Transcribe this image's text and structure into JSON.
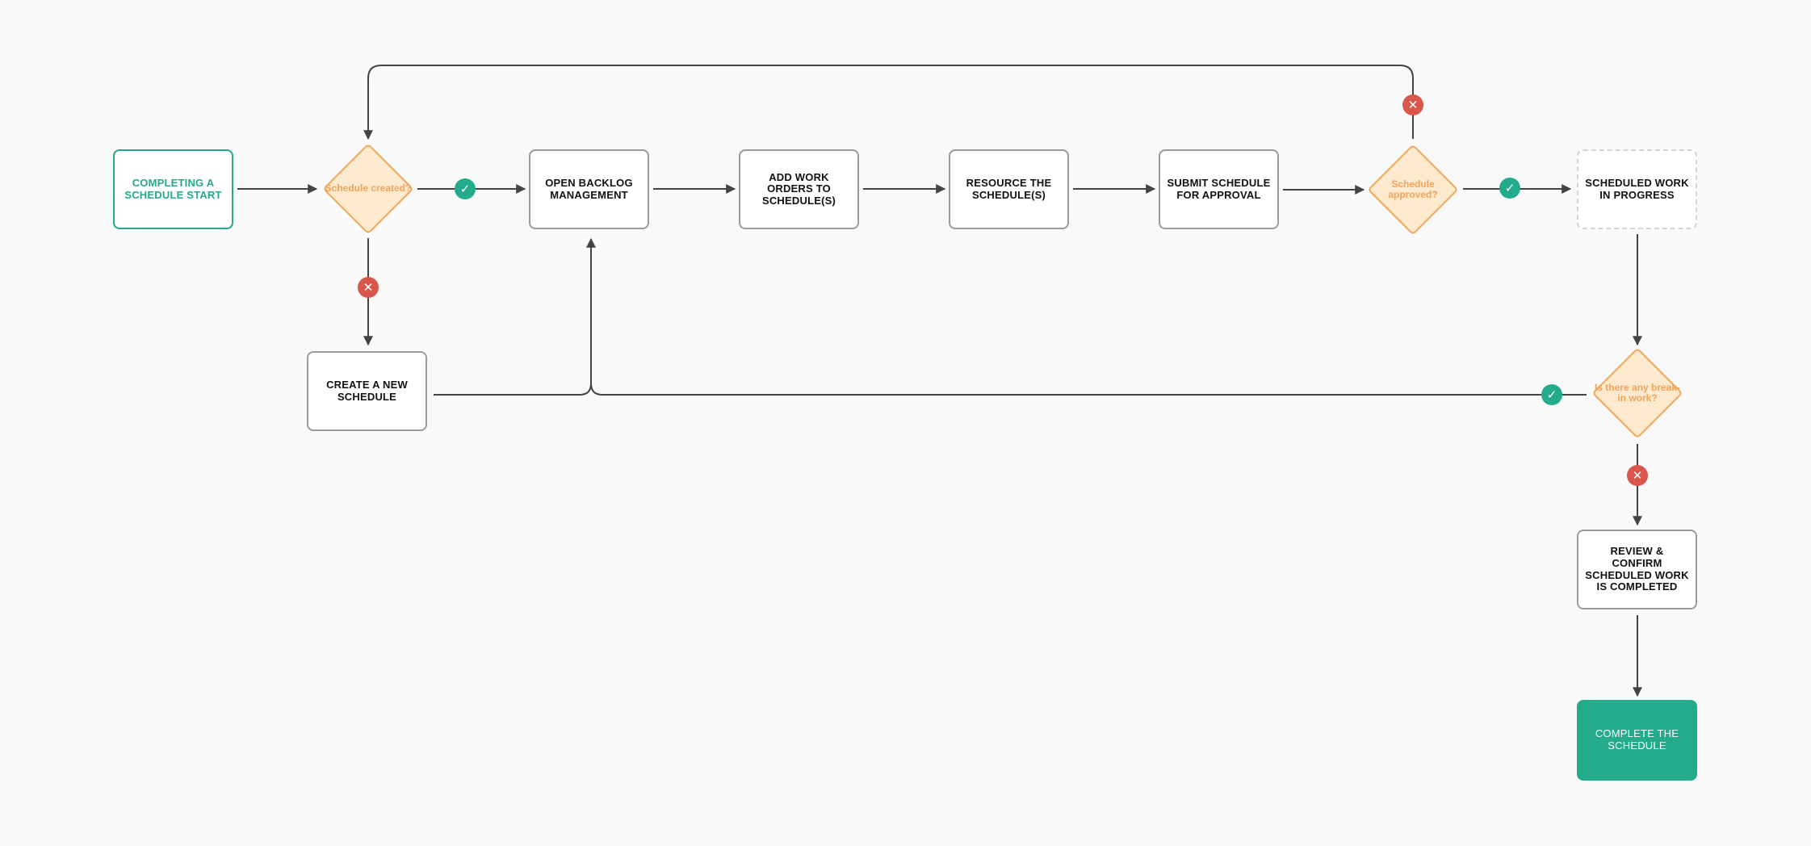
{
  "nodes": {
    "start": "COMPLETING A SCHEDULE START",
    "open_backlog": "OPEN BACKLOG MANAGEMENT",
    "add_work_orders": "ADD WORK ORDERS TO SCHEDULE(S)",
    "resource": "RESOURCE THE SCHEDULE(S)",
    "submit": "SUBMIT SCHEDULE FOR APPROVAL",
    "in_progress": "SCHEDULED WORK IN PROGRESS",
    "create_new": "CREATE A NEW SCHEDULE",
    "review": "REVIEW & CONFIRM SCHEDULED WORK IS COMPLETED",
    "complete": "COMPLETE THE SCHEDULE"
  },
  "decisions": {
    "schedule_created": "Schedule created?",
    "schedule_approved": "Schedule approved?",
    "break_in": "Is there any break-in work?"
  },
  "badges": {
    "yes_icon": "check-icon",
    "no_icon": "close-icon",
    "yes_symbol": "✓",
    "no_symbol": "✕"
  },
  "colors": {
    "accent_green": "#23ac8c",
    "decision_fill": "#fde9cd",
    "decision_border": "#f2a65a",
    "no_red": "#d9564a",
    "line": "#444444"
  }
}
